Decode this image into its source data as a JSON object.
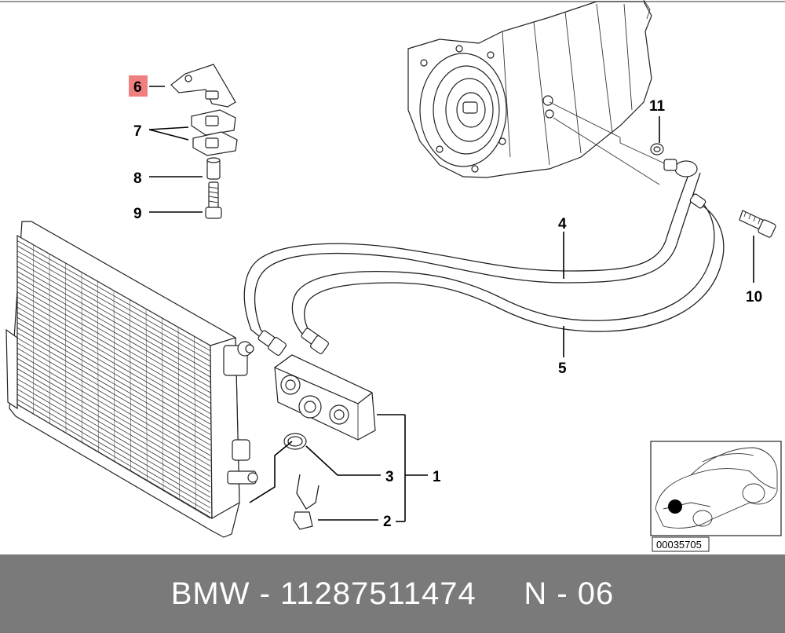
{
  "labels": {
    "p1": "1",
    "p2": "2",
    "p3": "3",
    "p4": "4",
    "p5": "5",
    "p6": "6",
    "p7": "7",
    "p8": "8",
    "p9": "9",
    "p10": "10",
    "p11": "11"
  },
  "highlight_color": "#f08080",
  "inset": {
    "code": "00035705"
  },
  "footer": {
    "brand": "BMW",
    "sep1": " - ",
    "part_number": "11287511474",
    "gap": "     ",
    "n_label": "N",
    "sep2": " - ",
    "n_value": "06"
  }
}
